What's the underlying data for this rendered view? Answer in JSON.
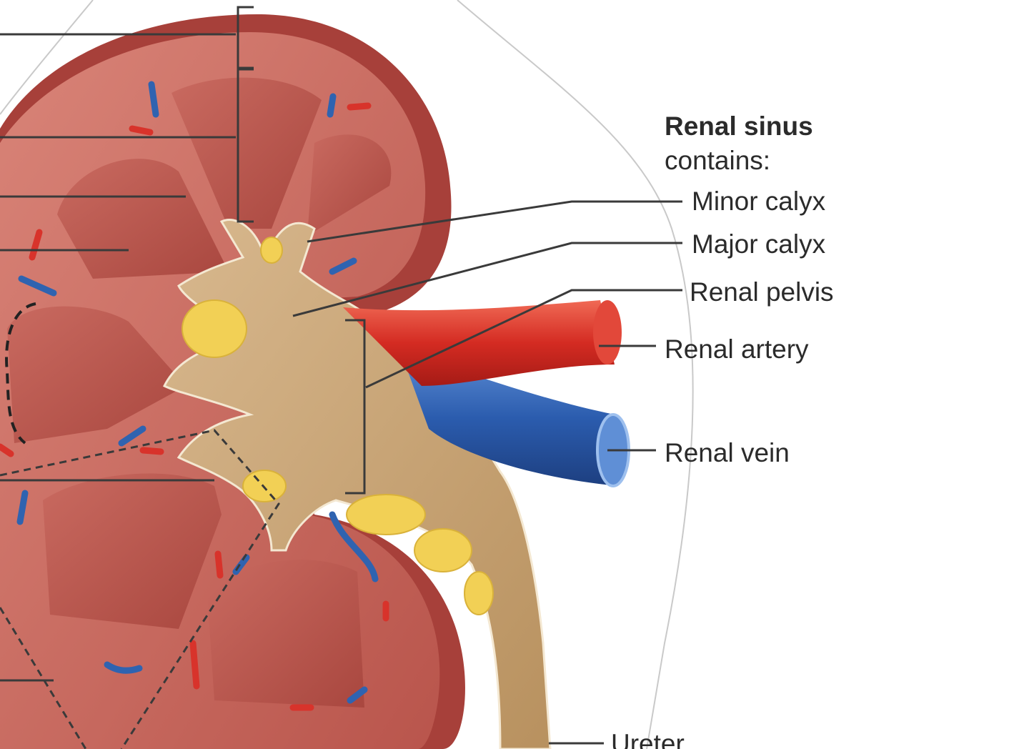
{
  "figure": {
    "heading": "Renal sinus",
    "heading_sub": "contains:",
    "labels": {
      "minor_calyx": "Minor calyx",
      "major_calyx": "Major calyx",
      "renal_pelvis": "Renal pelvis",
      "renal_artery": "Renal artery",
      "renal_vein": "Renal vein",
      "ureter": "Ureter"
    }
  },
  "colors": {
    "cortex": "#c8675c",
    "capsule": "#a7403a",
    "pyramid": "#b9584f",
    "sinus_tissue": "#c9a477",
    "fat": "#f2d055",
    "artery": "#d8332b",
    "vein": "#2f63b0",
    "leader_line": "#3a3a3a"
  }
}
